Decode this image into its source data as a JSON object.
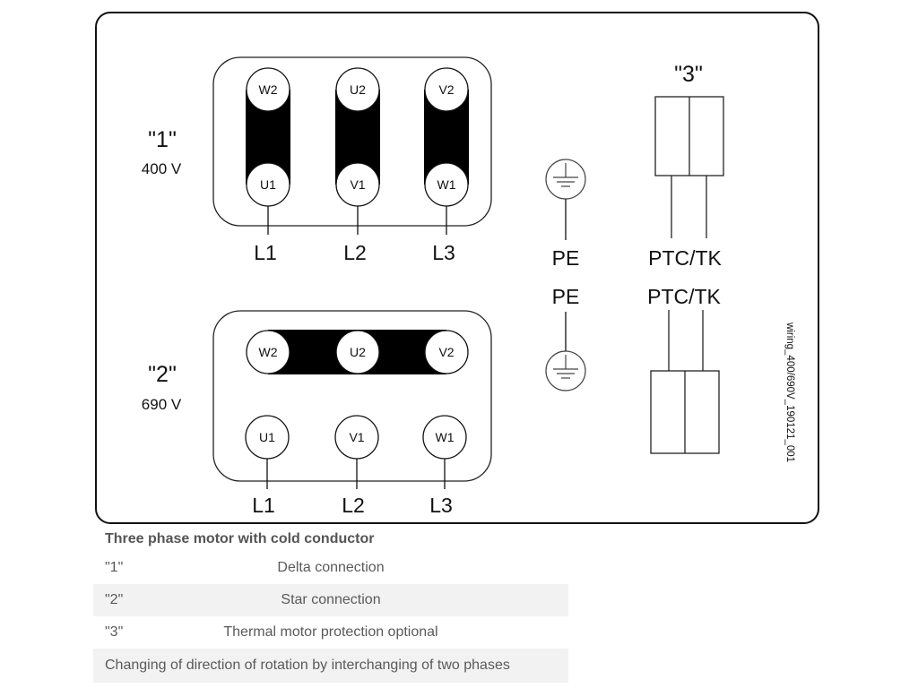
{
  "diagram": {
    "delta": {
      "label": "\"1\"",
      "voltage": "400 V",
      "top_terminals": [
        "W2",
        "U2",
        "V2"
      ],
      "bottom_terminals": [
        "U1",
        "V1",
        "W1"
      ],
      "lines": [
        "L1",
        "L2",
        "L3"
      ]
    },
    "star": {
      "label": "\"2\"",
      "voltage": "690 V",
      "top_terminals": [
        "W2",
        "U2",
        "V2"
      ],
      "bottom_terminals": [
        "U1",
        "V1",
        "W1"
      ],
      "lines": [
        "L1",
        "L2",
        "L3"
      ]
    },
    "protection": {
      "label": "\"3\"",
      "ptc_label_top": "PTC/TK",
      "ptc_label_bottom": "PTC/TK"
    },
    "earth": {
      "pe_top": "PE",
      "pe_bottom": "PE"
    },
    "drawing_id": "wiring_400/690V_190121_001"
  },
  "caption": {
    "title": "Three phase motor with cold conductor",
    "rows": [
      {
        "key": "\"1\"",
        "value": "Delta connection"
      },
      {
        "key": "\"2\"",
        "value": "Star connection"
      },
      {
        "key": "\"3\"",
        "value": "Thermal motor protection optional"
      }
    ],
    "note": "Changing of direction of rotation by interchanging of two phases"
  }
}
